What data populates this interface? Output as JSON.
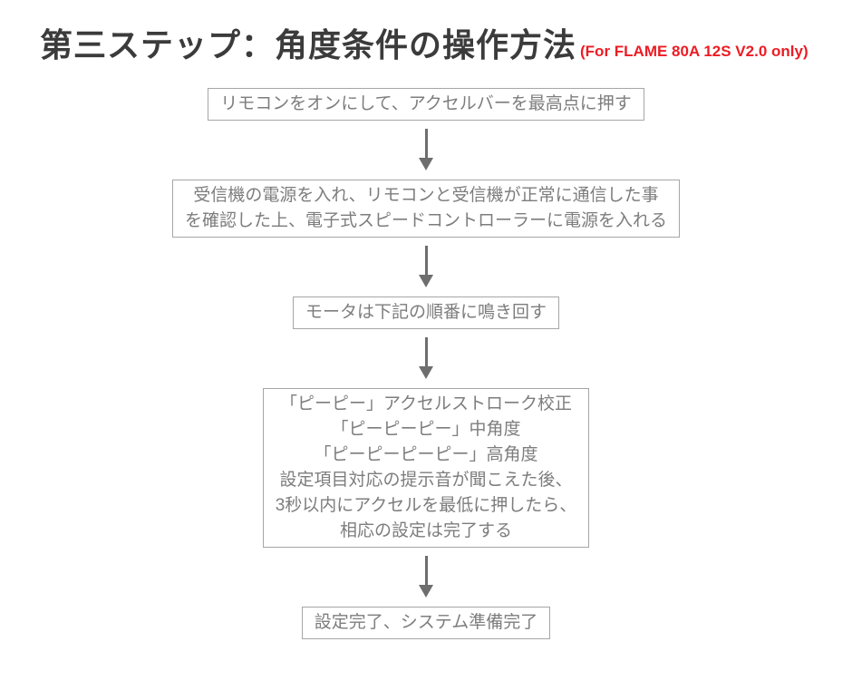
{
  "colors": {
    "title": "#3b3b3b",
    "note": "#ed1c24",
    "box_border": "#a6a6a6",
    "box_text": "#7d7d7d",
    "arrow": "#6e6e6e"
  },
  "header": {
    "title": "第三ステップ：角度条件の操作方法",
    "note": "(For FLAME 80A 12S V2.0 only)"
  },
  "flow": {
    "steps": [
      {
        "name": "turn-on-remote",
        "lines": [
          "リモコンをオンにして、アクセルバーを最高点に押す"
        ]
      },
      {
        "name": "power-receiver-and-esc",
        "lines": [
          "受信機の電源を入れ、リモコンと受信機が正常に通信した事",
          "を確認した上、電子式スピードコントローラーに電源を入れる"
        ]
      },
      {
        "name": "motor-beep-order",
        "lines": [
          "モータは下記の順番に鳴き回す"
        ]
      },
      {
        "name": "beep-meanings",
        "lines": [
          "「ピーピー」アクセルストローク校正",
          "「ピーピーピー」中角度",
          "「ピーピーピーピー」高角度",
          "設定項目対応の提示音が聞こえた後、",
          "3秒以内にアクセルを最低に押したら、",
          "相応の設定は完了する"
        ]
      },
      {
        "name": "setup-complete",
        "lines": [
          "設定完了、システム準備完了"
        ]
      }
    ]
  }
}
